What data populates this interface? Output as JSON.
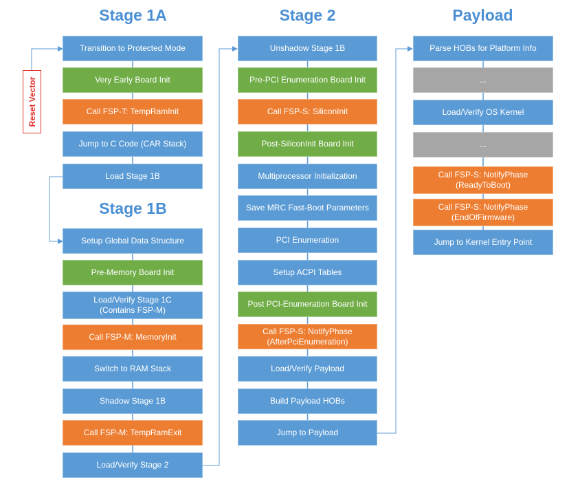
{
  "titles": {
    "stage1a": "Stage 1A",
    "stage1b": "Stage 1B",
    "stage2": "Stage 2",
    "payload": "Payload"
  },
  "reset_vector": "Reset Vector",
  "colors": {
    "blue": "#5b9bd5",
    "green": "#70ad47",
    "orange": "#ed7d31",
    "gray": "#a6a6a6",
    "title": "#4a8fd4",
    "connector": "#5b9bd5",
    "reset_border": "#e0302a"
  },
  "stage1a": [
    {
      "label": "Transition to Protected Mode",
      "color": "blue"
    },
    {
      "label": "Very Early Board Init",
      "color": "green"
    },
    {
      "label": "Call FSP-T: TempRamInit",
      "color": "orange"
    },
    {
      "label": "Jump to C Code (CAR Stack)",
      "color": "blue"
    },
    {
      "label": "Load Stage 1B",
      "color": "blue"
    }
  ],
  "stage1b": [
    {
      "label": "Setup Global Data Structure",
      "color": "blue"
    },
    {
      "label": "Pre-Memory Board Init",
      "color": "green"
    },
    {
      "label": "Load/Verify Stage 1C\n(Contains FSP-M)",
      "color": "blue"
    },
    {
      "label": "Call FSP-M: MemoryInit",
      "color": "orange"
    },
    {
      "label": "Switch to RAM Stack",
      "color": "blue"
    },
    {
      "label": "Shadow Stage 1B",
      "color": "blue"
    },
    {
      "label": "Call FSP-M: TempRamExit",
      "color": "orange"
    },
    {
      "label": "Load/Verify Stage 2",
      "color": "blue"
    }
  ],
  "stage2": [
    {
      "label": "Unshadow Stage 1B",
      "color": "blue"
    },
    {
      "label": "Pre-PCI Enumeration Board Init",
      "color": "green"
    },
    {
      "label": "Call FSP-S: SiliconInit",
      "color": "orange"
    },
    {
      "label": "Post-SiliconInit Board Init",
      "color": "green"
    },
    {
      "label": "Multiprocessor Initialization",
      "color": "blue"
    },
    {
      "label": "Save MRC Fast-Boot Parameters",
      "color": "blue"
    },
    {
      "label": "PCI Enumeration",
      "color": "blue"
    },
    {
      "label": "Setup ACPI Tables",
      "color": "blue"
    },
    {
      "label": "Post PCI-Enumeration Board Init",
      "color": "green"
    },
    {
      "label": "Call FSP-S: NotifyPhase\n(AfterPciEnumeration)",
      "color": "orange"
    },
    {
      "label": "Load/Verify Payload",
      "color": "blue"
    },
    {
      "label": "Build Payload HOBs",
      "color": "blue"
    },
    {
      "label": "Jump to Payload",
      "color": "blue"
    }
  ],
  "payload": [
    {
      "label": "Parse HOBs for Platform Info",
      "color": "blue"
    },
    {
      "label": "...",
      "color": "gray"
    },
    {
      "label": "Load/Verify OS Kernel",
      "color": "blue"
    },
    {
      "label": "...",
      "color": "gray"
    },
    {
      "label": "Call FSP-S: NotifyPhase\n(ReadyToBoot)",
      "color": "orange"
    },
    {
      "label": "Call FSP-S: NotifyPhase\n(EndOfFirmware)",
      "color": "orange"
    },
    {
      "label": "Jump to Kernel Entry Point",
      "color": "blue"
    }
  ]
}
